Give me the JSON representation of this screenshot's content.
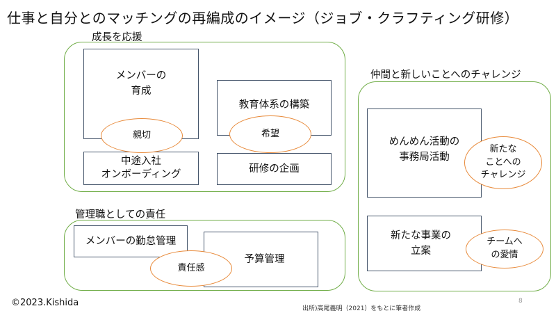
{
  "title": "仕事と自分とのマッチングの再編成のイメージ（ジョブ・クラフティング研修）",
  "groups": {
    "growth": {
      "label": "成長を応援",
      "boxes": {
        "member_training": [
          "メンバーの",
          "育成"
        ],
        "education_system": "教育体系の構築",
        "midcareer_onboarding": [
          "中途入社",
          "オンボーディング"
        ],
        "training_planning": "研修の企画"
      },
      "ellipses": {
        "kindness": "親切",
        "hope": "希望"
      }
    },
    "management": {
      "label": "管理職としての責任",
      "boxes": {
        "attendance": "メンバーの勤怠管理",
        "budget": "予算管理"
      },
      "ellipses": {
        "responsibility": "責任感"
      }
    },
    "challenge": {
      "label": "仲間と新しいことへのチャレンジ",
      "boxes": {
        "menmen": [
          "めんめん活動の",
          "事務局活動"
        ],
        "new_business": [
          "新たな事業の",
          "立案"
        ]
      },
      "ellipses": {
        "new_challenge": [
          "新たな",
          "ことへの",
          "チャレンジ"
        ],
        "team_love": [
          "チームへ",
          "の愛情"
        ]
      }
    }
  },
  "footer": {
    "copyright": "©2023.Kishida",
    "source": "出所)高尾義明（2021）をもとに筆者作成",
    "page": "8"
  },
  "colors": {
    "group_border": "#70ad47",
    "box_border": "#44546a",
    "ellipse_border": "#e88a3a"
  }
}
